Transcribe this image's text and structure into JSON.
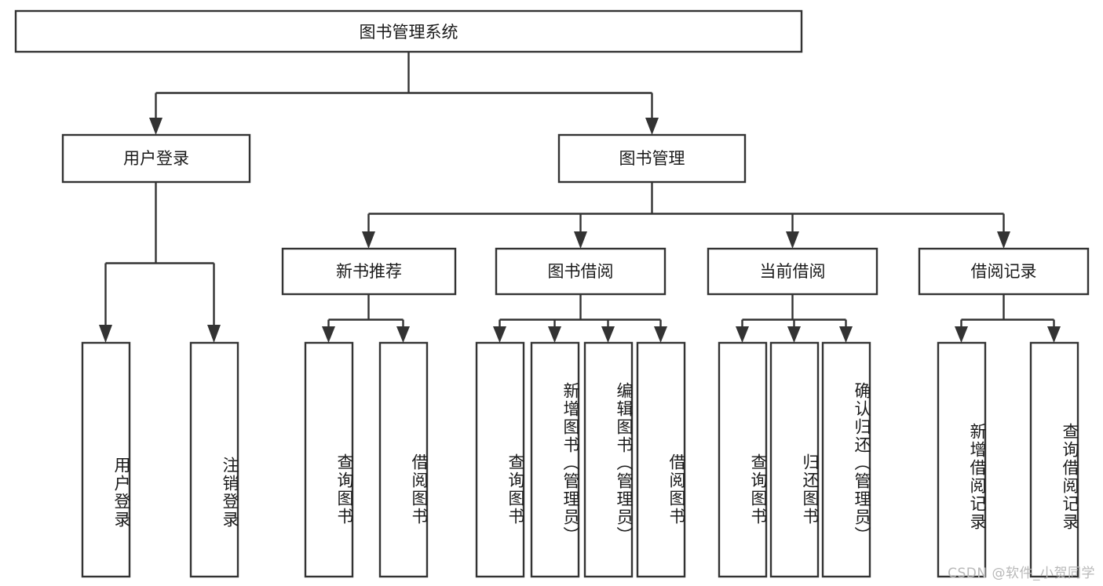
{
  "diagram": {
    "title": "图书管理系统",
    "type": "tree-hierarchy",
    "root": {
      "id": "root",
      "label": "图书管理系统"
    },
    "level2": [
      {
        "id": "user-login",
        "label": "用户登录"
      },
      {
        "id": "book-manage",
        "label": "图书管理"
      }
    ],
    "level3": [
      {
        "id": "new-book-recommend",
        "label": "新书推荐",
        "parent": "book-manage"
      },
      {
        "id": "book-borrow",
        "label": "图书借阅",
        "parent": "book-manage"
      },
      {
        "id": "current-borrow",
        "label": "当前借阅",
        "parent": "book-manage"
      },
      {
        "id": "borrow-record",
        "label": "借阅记录",
        "parent": "book-manage"
      }
    ],
    "leaves": [
      {
        "id": "leaf-user-login",
        "label": "用户登录",
        "parent": "user-login"
      },
      {
        "id": "leaf-user-logout",
        "label": "注销登录",
        "parent": "user-login"
      },
      {
        "id": "leaf-query-book-1",
        "label": "查询图书",
        "parent": "new-book-recommend"
      },
      {
        "id": "leaf-borrow-book-1",
        "label": "借阅图书",
        "parent": "new-book-recommend"
      },
      {
        "id": "leaf-query-book-2",
        "label": "查询图书",
        "parent": "book-borrow"
      },
      {
        "id": "leaf-add-book",
        "label": "新增图书（管理员）",
        "parent": "book-borrow"
      },
      {
        "id": "leaf-edit-book",
        "label": "编辑图书（管理员）",
        "parent": "book-borrow"
      },
      {
        "id": "leaf-borrow-book-2",
        "label": "借阅图书",
        "parent": "book-borrow"
      },
      {
        "id": "leaf-query-book-3",
        "label": "查询图书",
        "parent": "current-borrow"
      },
      {
        "id": "leaf-return-book",
        "label": "归还图书",
        "parent": "current-borrow"
      },
      {
        "id": "leaf-confirm-return",
        "label": "确认归还（管理员）",
        "parent": "current-borrow"
      },
      {
        "id": "leaf-add-record",
        "label": "新增借阅记录",
        "parent": "borrow-record"
      },
      {
        "id": "leaf-query-record",
        "label": "查询借阅记录",
        "parent": "borrow-record"
      }
    ],
    "colors": {
      "box_stroke": "#333333",
      "box_fill": "#ffffff",
      "text": "#1a1a1a",
      "background": "#ffffff",
      "watermark": "#b8b8b8"
    }
  },
  "watermark": {
    "text": "CSDN @软件_小贺同学"
  }
}
